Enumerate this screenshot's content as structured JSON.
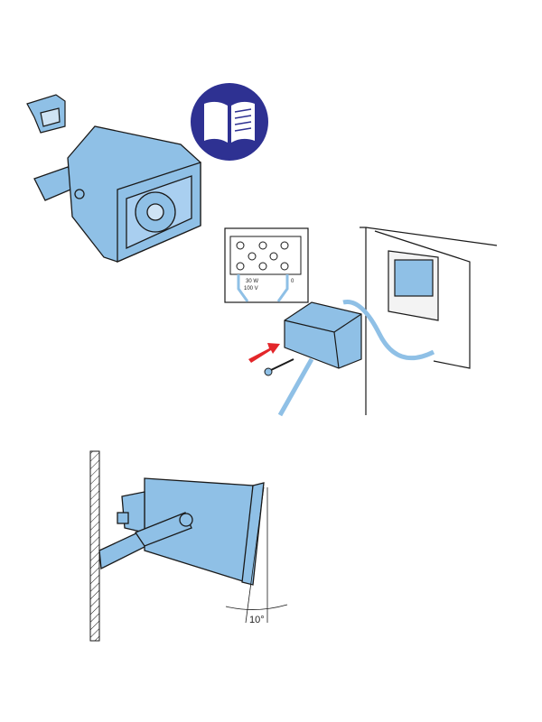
{
  "terminal": {
    "label_power": "30 W",
    "label_voltage": "100 V",
    "label_zero": "0"
  },
  "tilt": {
    "angle_label": "10°"
  },
  "colors": {
    "fill": "#8fc0e6",
    "stroke": "#1a1a1a",
    "manual_icon_bg": "#2e3192",
    "arrow": "#e3262a"
  }
}
